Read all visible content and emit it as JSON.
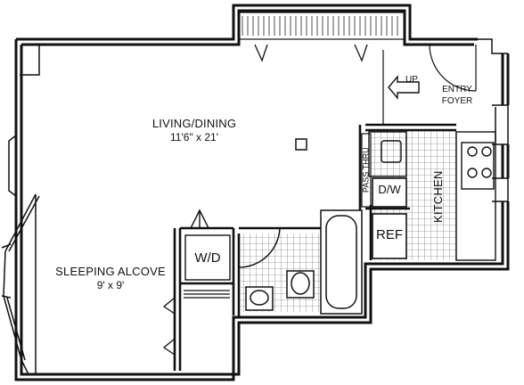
{
  "rooms": {
    "living": {
      "name": "LIVING/DINING",
      "size": "11'6\" x 21'"
    },
    "sleeping": {
      "name": "SLEEPING ALCOVE",
      "size": "9' x 9'"
    },
    "entry": {
      "line1": "ENTRY",
      "line2": "FOYER"
    },
    "kitchen": {
      "name": "KITCHEN"
    }
  },
  "fixtures": {
    "washer_dryer": "W/D",
    "dishwasher": "D/W",
    "refrigerator": "REF",
    "pass_thru": "PASS THRU",
    "stair_up": "UP"
  },
  "colors": {
    "wall": "#111111",
    "line": "#222222",
    "background": "#ffffff"
  }
}
